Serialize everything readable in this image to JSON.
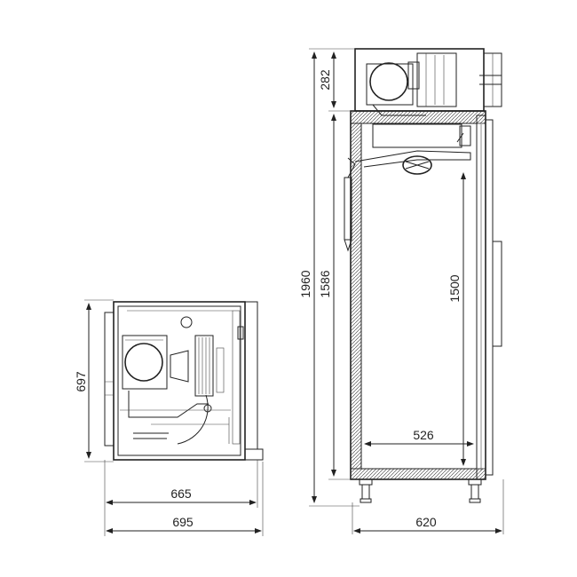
{
  "dimensions": {
    "side_depth_inner": "665",
    "side_depth_outer": "695",
    "side_height": "697",
    "total_height": "1960",
    "cabinet_height": "1586",
    "interior_height": "1500",
    "top_unit_height": "282",
    "interior_width": "526",
    "outer_width": "620"
  },
  "colors": {
    "line": "#222222",
    "background": "#ffffff"
  }
}
